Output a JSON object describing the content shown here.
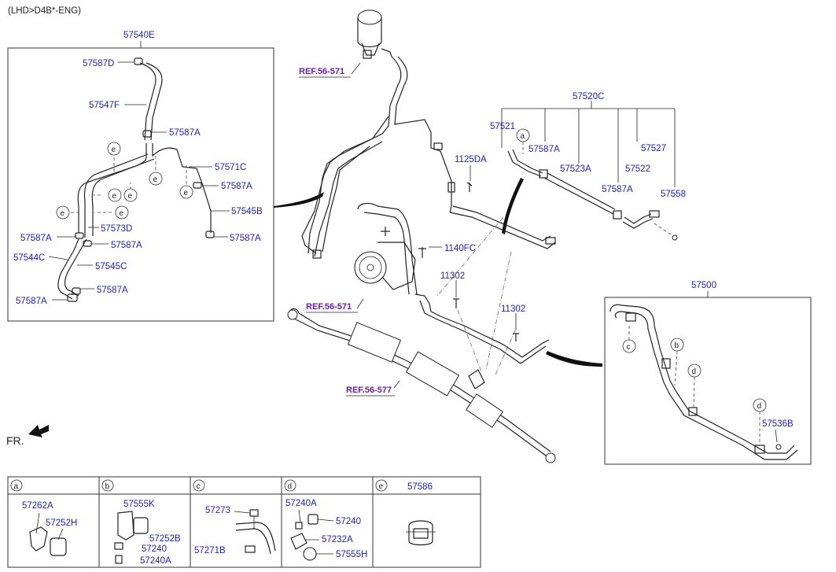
{
  "header": {
    "variant": "(LHD>D4B*-ENG)"
  },
  "labels": {
    "l57540E": "57540E",
    "l57587D": "57587D",
    "l57547F": "57547F",
    "l57587A_1": "57587A",
    "l57571C": "57571C",
    "l57587A_2": "57587A",
    "l57545B": "57545B",
    "l57587A_3": "57587A",
    "l57573D": "57573D",
    "l57587A_4": "57587A",
    "l57587A_5": "57587A",
    "l57544C": "57544C",
    "l57545C": "57545C",
    "l57587A_6": "57587A",
    "l57587A_7": "57587A",
    "l57520C": "57520C",
    "l57521": "57521",
    "l57587A_8": "57587A",
    "l57523A": "57523A",
    "l57527": "57527",
    "l57522": "57522",
    "l57587A_9": "57587A",
    "l57558": "57558",
    "l1125DA": "1125DA",
    "l1140FC": "1140FC",
    "l11302_1": "11302",
    "l11302_2": "11302",
    "l57500": "57500",
    "l57536B": "57536B"
  },
  "refs": {
    "ref1": "REF.56-571",
    "ref2": "REF.56-571",
    "ref3": "REF.56-577"
  },
  "front": {
    "label": "FR."
  },
  "circles": {
    "e": "e",
    "a": "a",
    "b": "b",
    "c": "c",
    "d": "d"
  },
  "legend": {
    "cells": [
      {
        "letter": "a",
        "parts": [
          "57262A",
          "57252H"
        ]
      },
      {
        "letter": "b",
        "parts": [
          "57555K",
          "57252B",
          "57240",
          "57240A"
        ]
      },
      {
        "letter": "c",
        "parts": [
          "57273",
          "57271B"
        ]
      },
      {
        "letter": "d",
        "parts": [
          "57240A",
          "57240",
          "57232A",
          "57555H"
        ]
      },
      {
        "letter": "e",
        "parts": [
          "57586"
        ]
      }
    ]
  }
}
